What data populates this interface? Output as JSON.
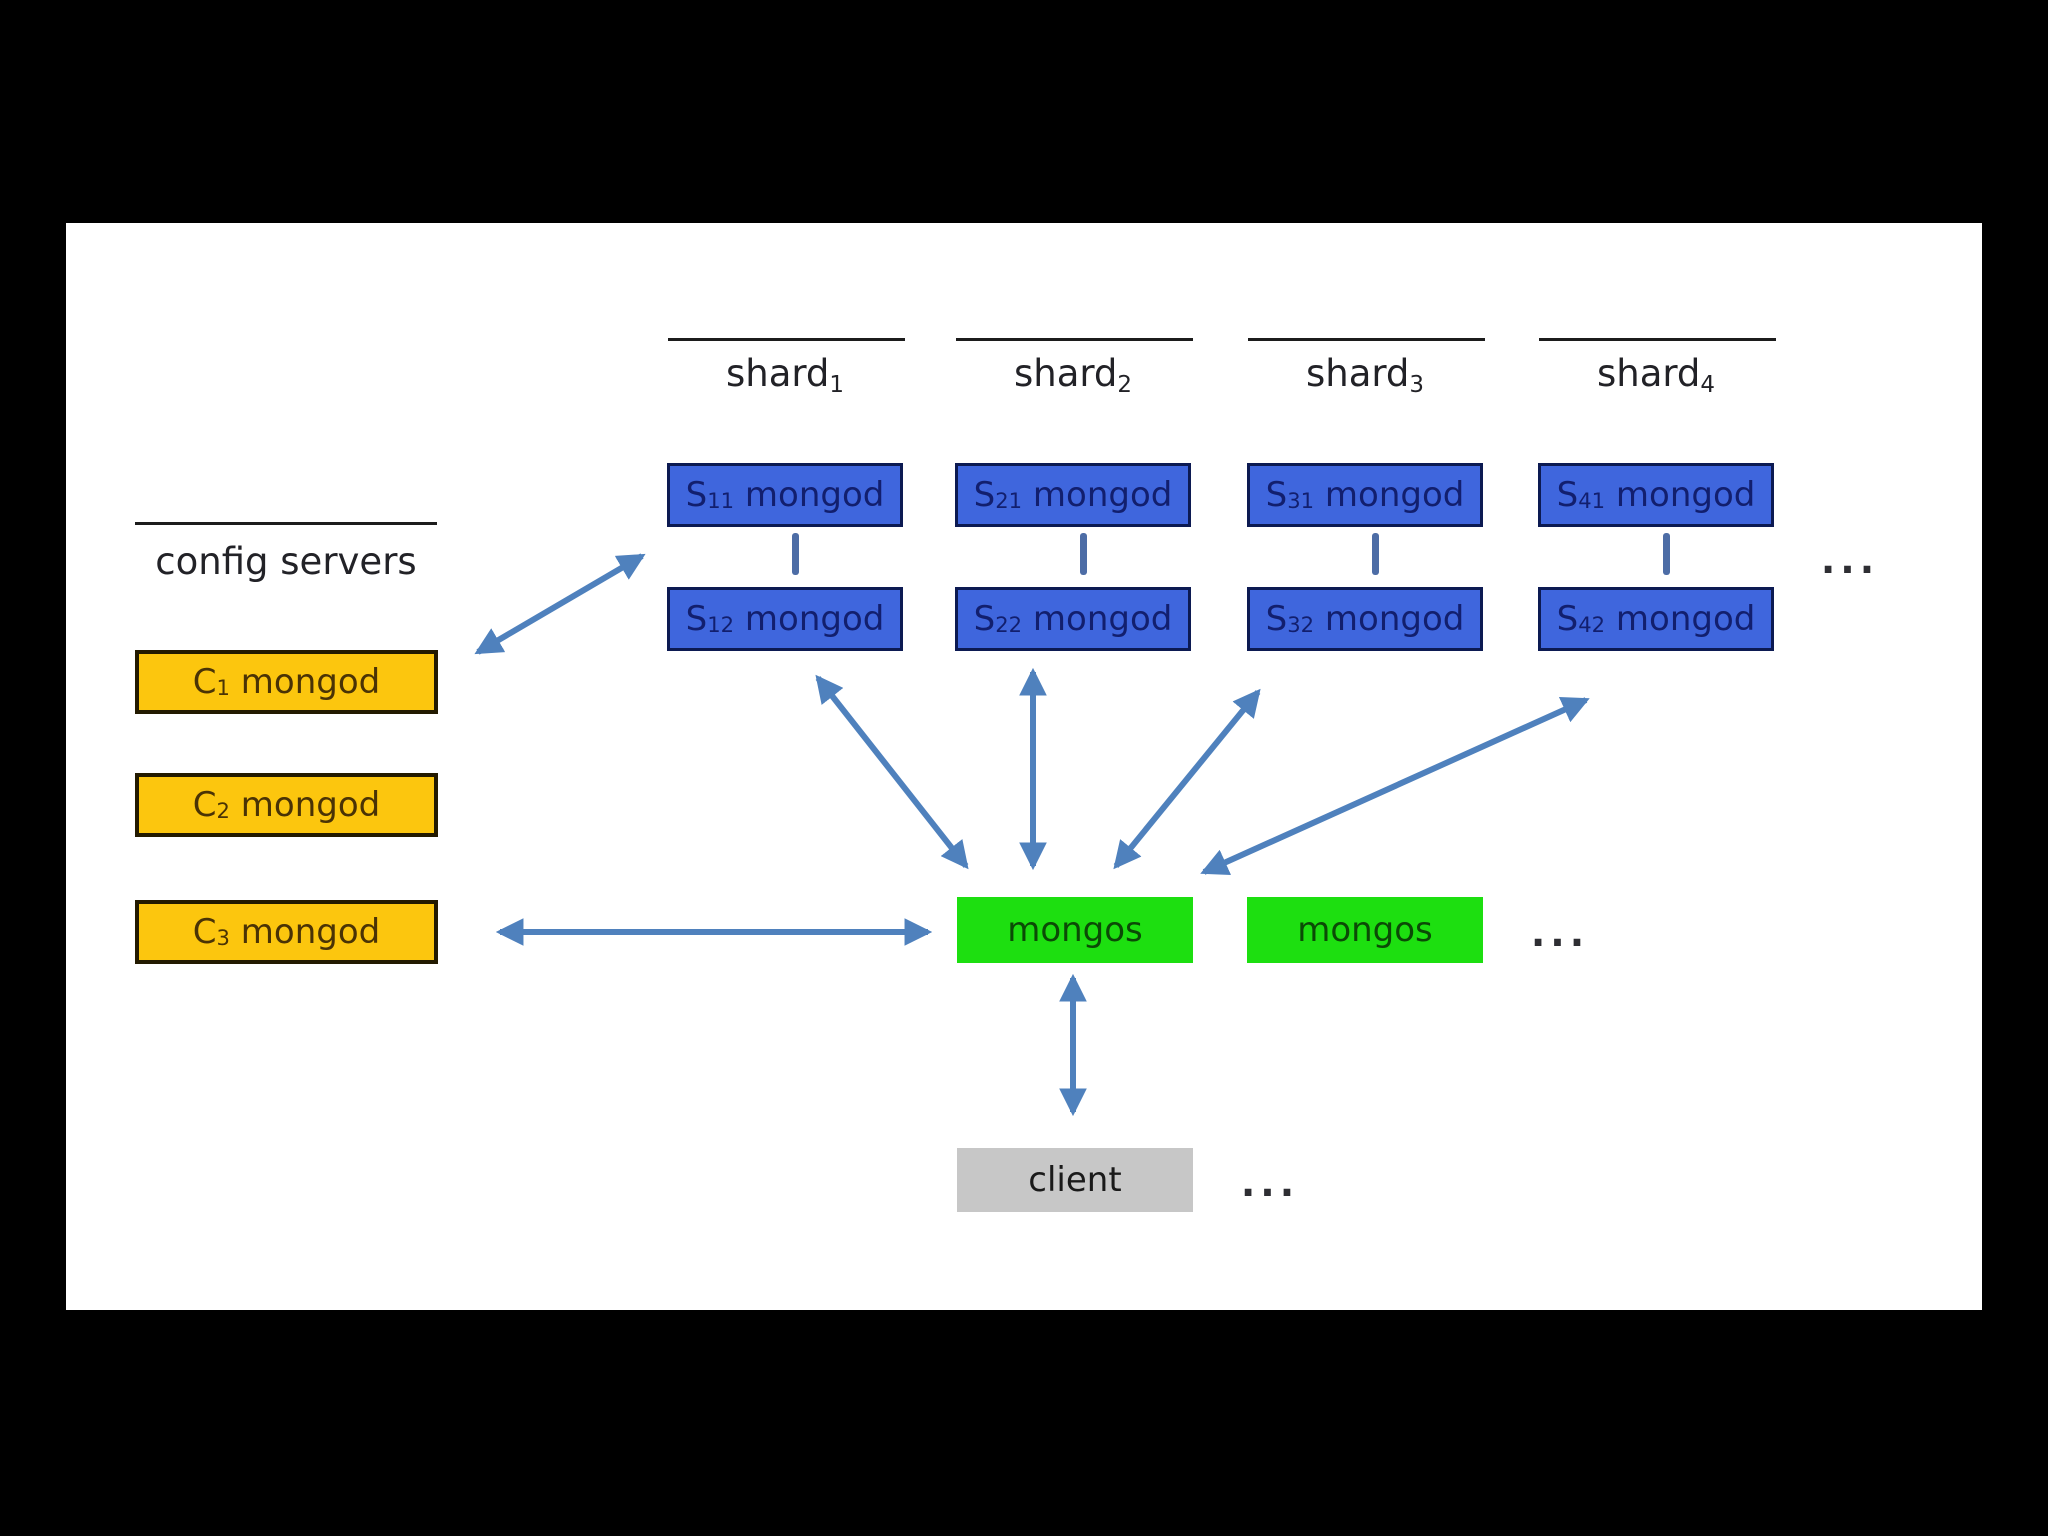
{
  "slide": {
    "shard_columns": [
      {
        "id": "shard1",
        "title_base": "shard",
        "title_sub": "1",
        "nodes": [
          {
            "id": "s11",
            "base": "S",
            "sub": "11",
            "rest": "mongod"
          },
          {
            "id": "s12",
            "base": "S",
            "sub": "12",
            "rest": "mongod"
          }
        ]
      },
      {
        "id": "shard2",
        "title_base": "shard",
        "title_sub": "2",
        "nodes": [
          {
            "id": "s21",
            "base": "S",
            "sub": "21",
            "rest": "mongod"
          },
          {
            "id": "s22",
            "base": "S",
            "sub": "22",
            "rest": "mongod"
          }
        ]
      },
      {
        "id": "shard3",
        "title_base": "shard",
        "title_sub": "3",
        "nodes": [
          {
            "id": "s31",
            "base": "S",
            "sub": "31",
            "rest": "mongod"
          },
          {
            "id": "s32",
            "base": "S",
            "sub": "32",
            "rest": "mongod"
          }
        ]
      },
      {
        "id": "shard4",
        "title_base": "shard",
        "title_sub": "4",
        "nodes": [
          {
            "id": "s41",
            "base": "S",
            "sub": "41",
            "rest": "mongod"
          },
          {
            "id": "s42",
            "base": "S",
            "sub": "42",
            "rest": "mongod"
          }
        ]
      }
    ],
    "config_group": {
      "title": "config servers",
      "nodes": [
        {
          "id": "c1",
          "base": "C",
          "sub": "1",
          "rest": "mongod"
        },
        {
          "id": "c2",
          "base": "C",
          "sub": "2",
          "rest": "mongod"
        },
        {
          "id": "c3",
          "base": "C",
          "sub": "3",
          "rest": "mongod"
        }
      ]
    },
    "routers": [
      {
        "id": "mongos1",
        "label": "mongos"
      },
      {
        "id": "mongos2",
        "label": "mongos"
      }
    ],
    "client": {
      "id": "client",
      "label": "client"
    },
    "ellipses": [
      {
        "id": "shards-more",
        "text": "..."
      },
      {
        "id": "routers-more",
        "text": "..."
      },
      {
        "id": "clients-more",
        "text": "..."
      }
    ],
    "colors": {
      "shard_fill": "#3f66dd",
      "shard_border": "#0c1a52",
      "shard_text": "#121f6e",
      "config_fill": "#fcc60e",
      "config_border": "#231a00",
      "config_text": "#4a3305",
      "router_fill": "#1ddf10",
      "router_text": "#0b4a06",
      "client_fill": "#c7c7c7",
      "client_text": "#1a1a1a",
      "arrow": "#4f81bd",
      "heading_text": "#222227"
    }
  }
}
